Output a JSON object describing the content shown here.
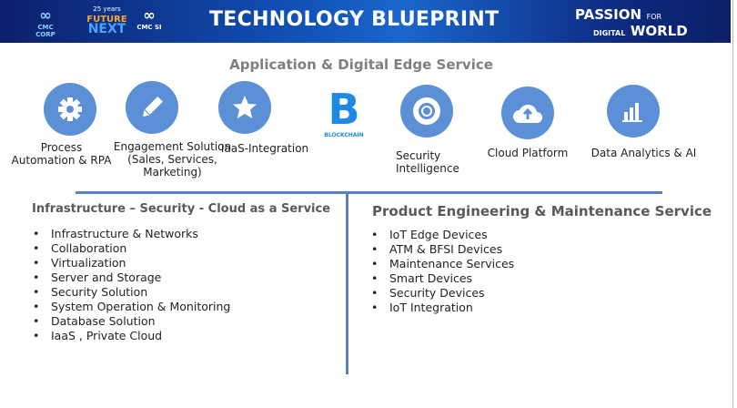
{
  "header": {
    "title": "TECHNOLOGY BLUEPRINT",
    "logo_cmc_corp": "CMC CORP",
    "logo_future_next_years": "25 years",
    "logo_future": "FUTURE",
    "logo_next": "NEXT",
    "logo_cmc_si": "CMC SI",
    "slogan_1": "PASSION",
    "slogan_for": "FOR",
    "slogan_2": "DIGITAL",
    "slogan_world": "WORLD"
  },
  "subtitle": "Application & Digital Edge Service",
  "services": [
    {
      "label": "Process Automation & RPA",
      "icon": "gear-icon"
    },
    {
      "label": "Engagement Solution (Sales, Services, Marketing)",
      "icon": "pencil-icon"
    },
    {
      "label": "IaaS-Integration",
      "icon": "star-icon"
    },
    {
      "label": "BLOCKCHAIN",
      "icon": "blockchain-logo"
    },
    {
      "label": "Security Intelligence",
      "icon": "lifebuoy-icon"
    },
    {
      "label": "Cloud Platform",
      "icon": "cloud-upload-icon"
    },
    {
      "label": "Data Analytics & AI",
      "icon": "bar-chart-icon"
    }
  ],
  "left": {
    "heading": "Infrastructure – Security - Cloud as a Service",
    "items": [
      "Infrastructure & Networks",
      "Collaboration",
      "Virtualization",
      "Server and Storage",
      "Security Solution",
      "System Operation & Monitoring",
      "Database Solution",
      "IaaS , Private Cloud"
    ]
  },
  "right": {
    "heading": "Product Engineering & Maintenance Service",
    "items": [
      "IoT Edge Devices",
      "ATM & BFSI Devices",
      "Maintenance Services",
      "Smart Devices",
      "Security Devices",
      "IoT Integration"
    ]
  },
  "colors": {
    "accent": "#5b8fd6",
    "divider": "#5b7fbf",
    "header_dark": "#0c1f6b"
  }
}
